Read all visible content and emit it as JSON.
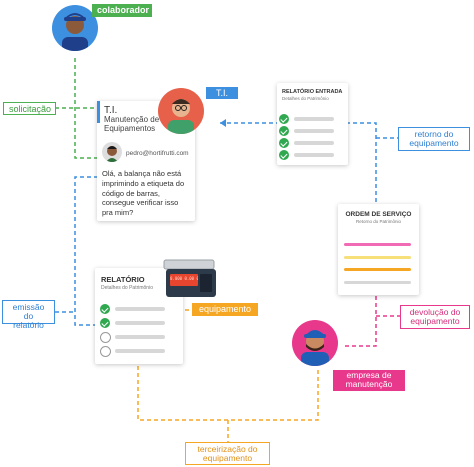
{
  "labels": {
    "colaborador": "colaborador",
    "solicitacao": "solicitação",
    "ti": "T.I.",
    "retorno": "retorno do equipamento",
    "emissao": "emissão do relatório",
    "equipamento": "equipamento",
    "devolucao": "devolução do equipamento",
    "empresa": "empresa de manutenção",
    "terceirizacao": "terceirização do equipamento"
  },
  "chat_card": {
    "title": "T.I.",
    "subtitle": "Manutenção de Equipamentos",
    "email": "pedro@hortifrutti.com",
    "message": "Olá, a balança não está imprimindo a etiqueta do código de barras, consegue verificar isso pra mim?"
  },
  "report_entry": {
    "title": "RELATÓRIO ENTRADA",
    "subtitle": "Detalhes do Patrimônio",
    "checks": [
      true,
      true,
      true,
      true
    ]
  },
  "service_order": {
    "title": "ORDEM DE SERVIÇO",
    "subtitle": "Retorno do Patrimônio",
    "bar_colors": [
      "#f06bb4",
      "#f7e07a",
      "#f5a623",
      "#d7d7d7"
    ]
  },
  "report": {
    "title": "RELATÓRIO",
    "subtitle": "Detalhes do Patrimônio",
    "checks": [
      true,
      true,
      false,
      false,
      false
    ]
  },
  "scale_display": "0.000  0.00  0.00",
  "colors": {
    "green": "#4caf50",
    "blue": "#3d8fe0",
    "orange": "#f5a623",
    "pink": "#e8388c"
  }
}
